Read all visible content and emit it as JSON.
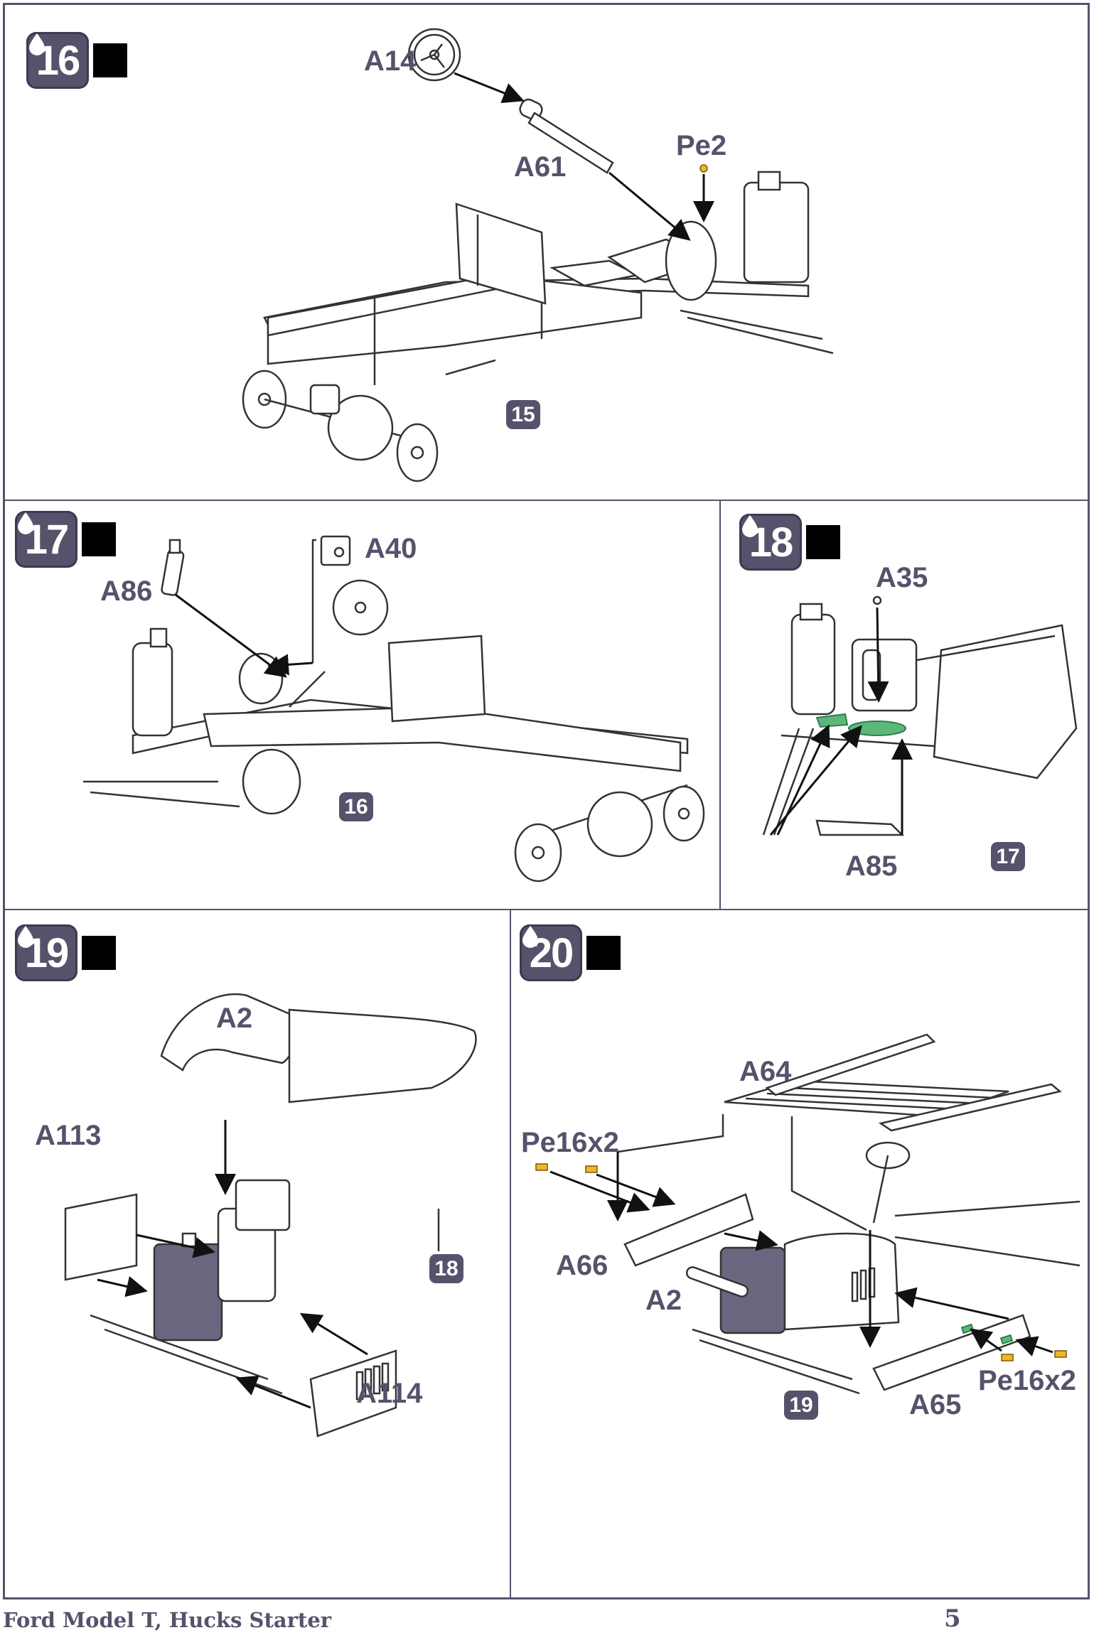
{
  "steps": [
    {
      "number": "16",
      "icon": "glue-drop-icon"
    },
    {
      "number": "17",
      "icon": "glue-drop-icon"
    },
    {
      "number": "18",
      "icon": "glue-drop-icon"
    },
    {
      "number": "19",
      "icon": "glue-drop-icon"
    },
    {
      "number": "20",
      "icon": "glue-drop-icon"
    }
  ],
  "step16": {
    "labels": [
      "A14",
      "A61",
      "Pe2"
    ],
    "ref": "15"
  },
  "step17": {
    "labels": [
      "A40",
      "A86"
    ],
    "ref": "16"
  },
  "step18": {
    "labels": [
      "A35",
      "A85"
    ],
    "ref": "17"
  },
  "step19": {
    "labels": [
      "A2",
      "A113",
      "A114"
    ],
    "ref": "18"
  },
  "step20": {
    "labels": [
      "A64",
      "Pe16x2",
      "A66",
      "A2",
      "Pe16x2",
      "A65"
    ],
    "ref": "19"
  },
  "footer": {
    "title": "Ford Model T, Hucks Starter",
    "page": "5"
  },
  "colors": {
    "brand": "#57526b",
    "highlight": "#5cb87a",
    "photoetch": "#f0b629"
  }
}
